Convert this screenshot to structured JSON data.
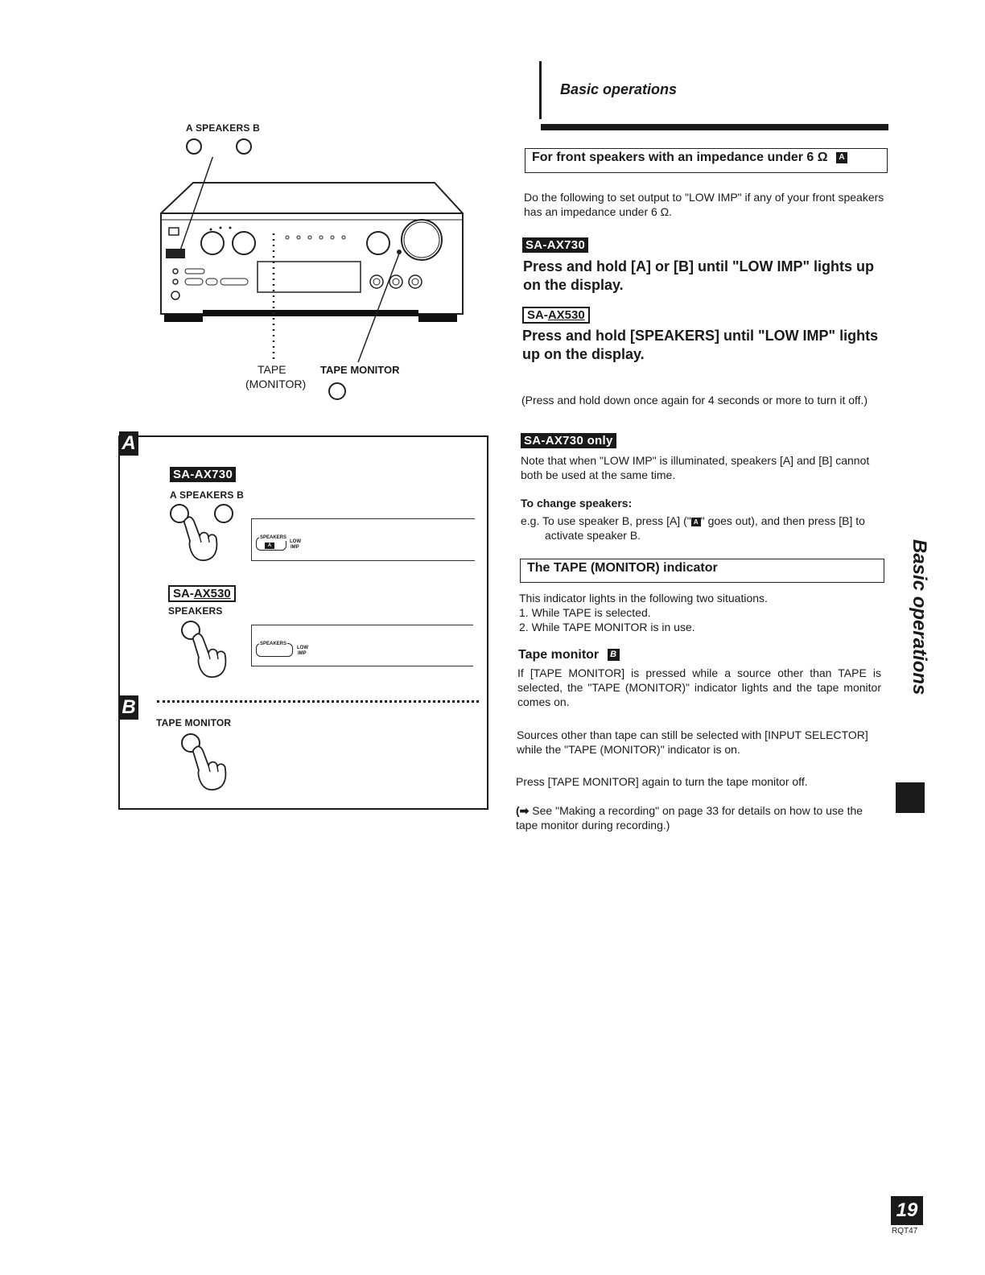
{
  "header": {
    "section_title": "Basic operations"
  },
  "figure_top": {
    "speakers_label": "A SPEAKERS B",
    "tape_label_line1": "TAPE",
    "tape_label_line2": "(MONITOR)",
    "tape_monitor_label": "TAPE MONITOR"
  },
  "panel_a": {
    "letter": "A",
    "model_730": "SA-AX730",
    "speakers_label": "A SPEAKERS B",
    "display_a": {
      "speakers": "SPEAKERS",
      "indicator": "A",
      "low": "LOW",
      "imp": "IMP"
    },
    "model_530_prefix": "SA-",
    "model_530_suffix": "AX530",
    "speakers_button_label": "SPEAKERS",
    "display_b": {
      "speakers": "SPEAKERS",
      "low": "LOW",
      "imp": "IMP"
    }
  },
  "panel_b": {
    "letter": "B",
    "tape_monitor_label": "TAPE MONITOR"
  },
  "section1": {
    "heading": "For front speakers with an impedance under 6 Ω",
    "heading_ref": "A",
    "intro": "Do the following to set output to \"LOW IMP\" if any of your front speakers has an impedance under 6 Ω.",
    "model_730": "SA-AX730",
    "instruction_730": "Press and hold [A] or [B] until \"LOW IMP\" lights up on the display.",
    "model_530_prefix": "SA-",
    "model_530_suffix": "AX530",
    "instruction_530": "Press and hold [SPEAKERS] until \"LOW IMP\" lights up on the display.",
    "note_off": "(Press and hold down once again for 4 seconds or more to turn it off.)",
    "model_730_only": "SA-AX730 only",
    "note_730": "Note that when \"LOW IMP\" is illuminated, speakers [A] and [B] cannot both be used at the same time.",
    "change_heading": "To change speakers:",
    "change_text_prefix": "e.g. To use speaker B, press [A] (\"",
    "change_text_icon": "A",
    "change_text_suffix": "\" goes out), and then press [B] to activate speaker B."
  },
  "section2": {
    "heading": "The TAPE (MONITOR) indicator",
    "intro": "This indicator lights in the following two situations.",
    "items": [
      "1. While TAPE is selected.",
      "2. While TAPE MONITOR is in use."
    ],
    "tape_monitor_heading": "Tape monitor",
    "tape_monitor_ref": "B",
    "tape_monitor_text": "If [TAPE MONITOR] is pressed while a source other than TAPE is selected, the \"TAPE (MONITOR)\" indicator lights and the tape monitor comes on.",
    "sources_text": "Sources other than tape can still be selected with [INPUT SELECTOR] while the \"TAPE (MONITOR)\" indicator is on.",
    "press_again": "Press [TAPE MONITOR] again to turn the tape monitor off.",
    "see_text": "See \"Making a recording\" on page 33 for details on how to use the tape monitor during recording.)"
  },
  "side_tab": {
    "text": "Basic operations"
  },
  "footer": {
    "page_number": "19",
    "doc_code": "RQT47"
  },
  "colors": {
    "ink": "#1a1a1a",
    "paper": "#ffffff"
  }
}
